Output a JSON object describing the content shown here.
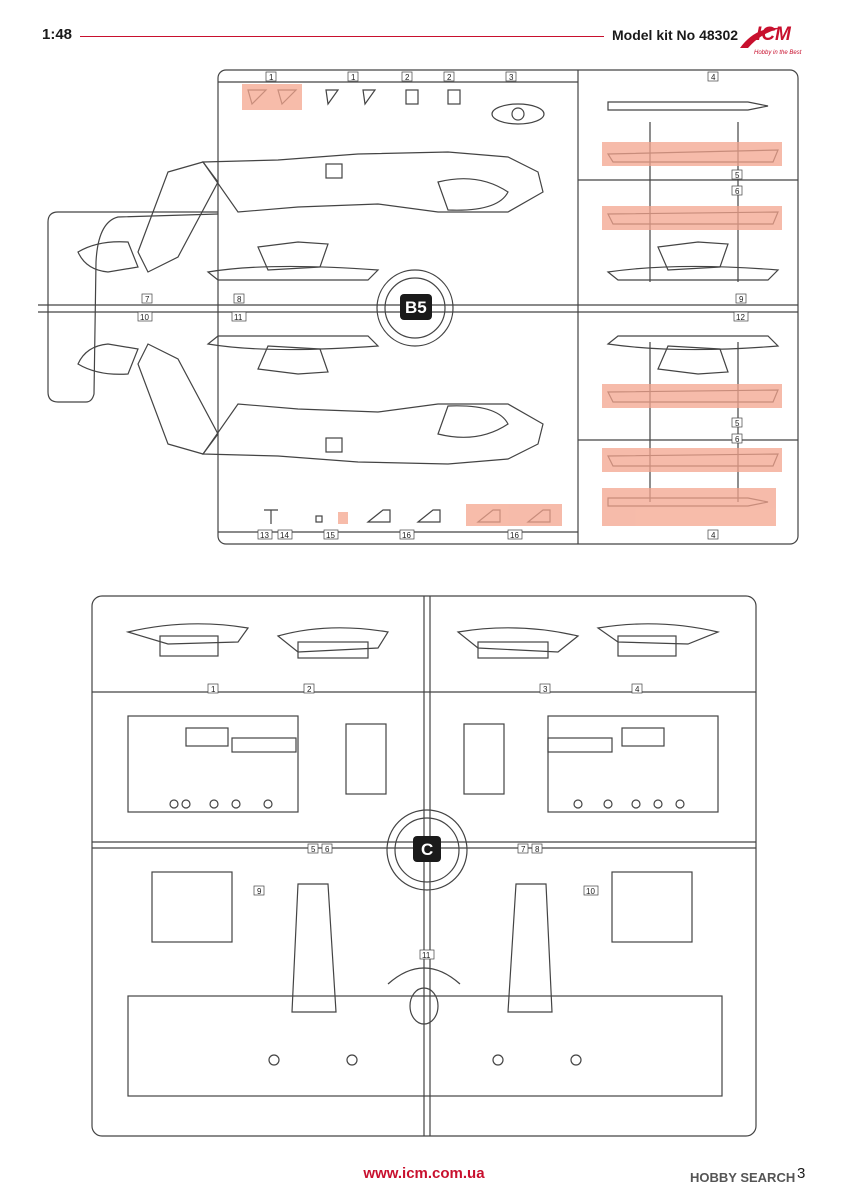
{
  "header": {
    "scale": "1:48",
    "model": "Model kit No 48302",
    "brand": "ICM",
    "tagline": "Hobby in the Best"
  },
  "sprue_b5": {
    "label": "B5",
    "part_numbers": {
      "p1a": "1",
      "p1b": "1",
      "p2a": "2",
      "p2b": "2",
      "p3": "3",
      "p4top": "4",
      "p4bot": "4",
      "p5top": "5",
      "p6top": "6",
      "p5bot": "5",
      "p6bot": "6",
      "p7": "7",
      "p8": "8",
      "p9": "9",
      "p10": "10",
      "p11": "11",
      "p12": "12",
      "p13": "13",
      "p14": "14",
      "p15": "15",
      "p16a": "16",
      "p16b": "16"
    }
  },
  "sprue_c": {
    "label": "C",
    "part_numbers": {
      "p1": "1",
      "p2": "2",
      "p3": "3",
      "p4": "4",
      "p5": "5",
      "p6": "6",
      "p7": "7",
      "p8": "8",
      "p9": "9",
      "p10": "10",
      "p11": "11"
    }
  },
  "footer": {
    "url": "www.icm.com.ua",
    "page": "3",
    "watermark": "HOBBY SEARCH"
  },
  "colors": {
    "accent": "#c8102e",
    "highlight": "#f4a58e",
    "line": "#444444"
  }
}
